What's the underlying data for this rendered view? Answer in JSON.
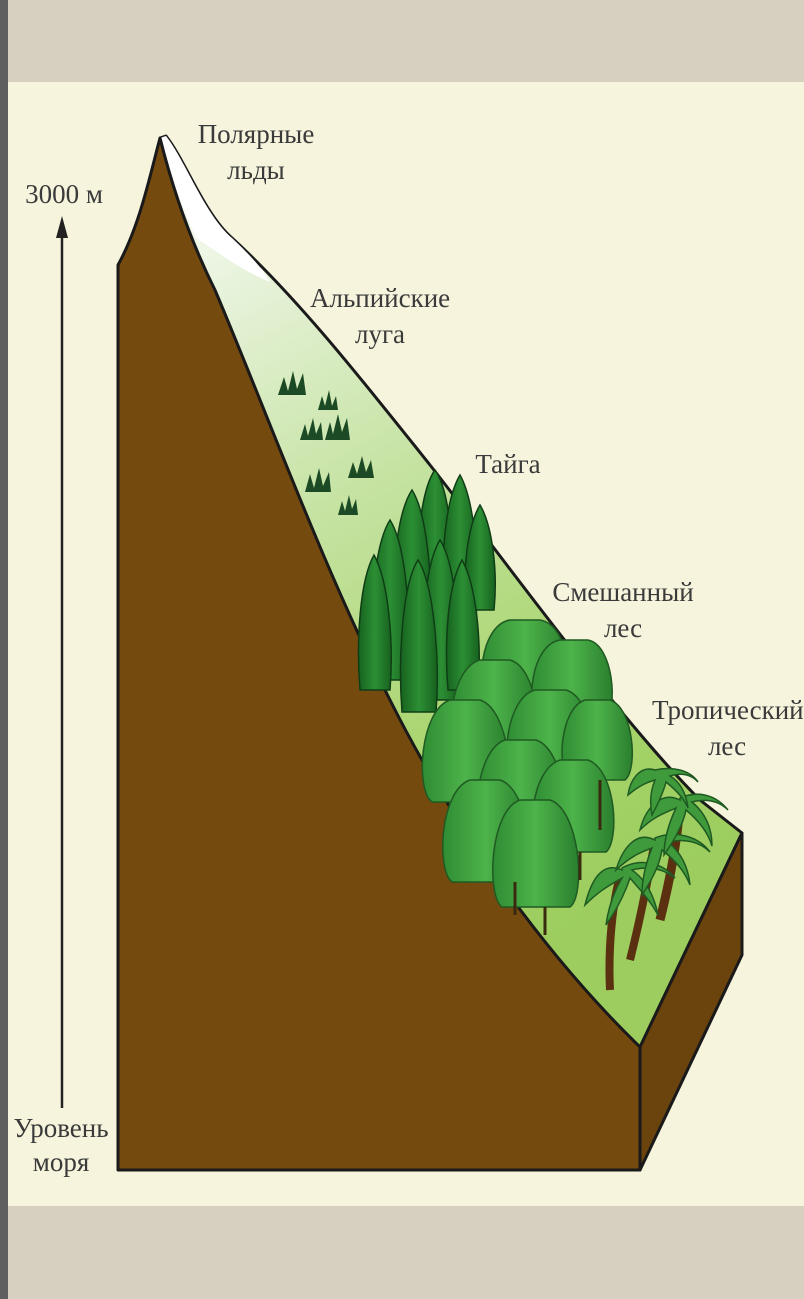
{
  "diagram": {
    "axis": {
      "top_label": "3000 м",
      "bottom_label_line1": "Уровень",
      "bottom_label_line2": "моря"
    },
    "zones": [
      {
        "id": "polar",
        "line1": "Полярные",
        "line2": "льды"
      },
      {
        "id": "alpine",
        "line1": "Альпийские",
        "line2": "луга"
      },
      {
        "id": "taiga",
        "line1": "Тайга",
        "line2": ""
      },
      {
        "id": "mixed",
        "line1": "Смешанный",
        "line2": "лес"
      },
      {
        "id": "tropical",
        "line1": "Тропический",
        "line2": "лес"
      }
    ],
    "colors": {
      "soil": "#754a0f",
      "soil_side": "#6b430d",
      "snow": "#ffffff",
      "meadow": "#cfe6b0",
      "forest_floor": "#a5d46c",
      "conifer": "#1f7a2c",
      "deciduous": "#3a9a3a",
      "palm": "#3f9a3c",
      "trunk": "#5a3010",
      "panel": "#f7f4dd",
      "frame": "#d7cfbf"
    }
  }
}
